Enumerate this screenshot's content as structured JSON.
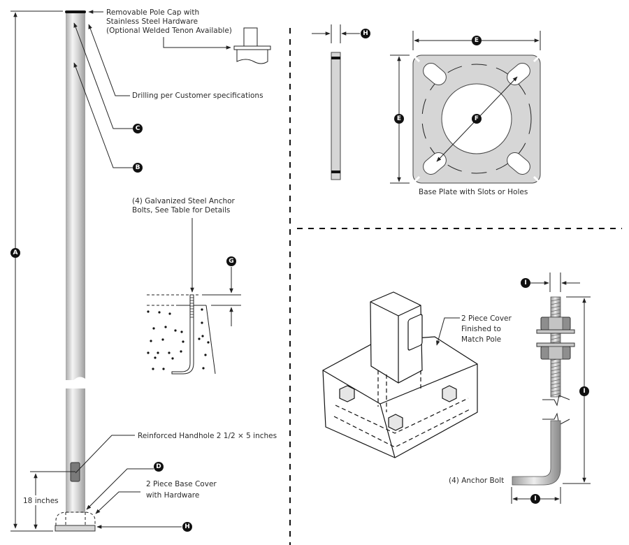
{
  "diagram": {
    "title": "Round Tapered Steel Pole Specification Drawing",
    "pole": {
      "cap_label": [
        "Removable Pole Cap with",
        "Stainless Steel Hardware",
        "(Optional Welded Tenon Available)"
      ],
      "drilling_label": "Drilling per Customer specifications",
      "handhole_label": "Reinforced Handhole 2 1/2 × 5 inches",
      "handhole_height_label": "18 inches",
      "base_cover_label": [
        "2 Piece Base Cover",
        "with Hardware"
      ]
    },
    "anchor_detail": {
      "label": [
        "(4) Galvanized Steel Anchor",
        "Bolts, See Table for Details"
      ]
    },
    "base_plate": {
      "caption": "Base Plate with Slots or Holes"
    },
    "cover_detail": {
      "label": [
        "2 Piece Cover",
        "Finished to",
        "Match Pole"
      ]
    },
    "anchor_bolt": {
      "label": "(4) Anchor Bolt"
    },
    "callouts": {
      "A": "A",
      "B": "B",
      "C": "C",
      "D": "D",
      "E": "E",
      "F": "F",
      "G": "G",
      "H": "H",
      "I": "I"
    },
    "colors": {
      "pole_light": "#f2f2f2",
      "pole_dark": "#9a9a9a",
      "plate_fill": "#d6d6d6",
      "line": "#222222"
    }
  }
}
